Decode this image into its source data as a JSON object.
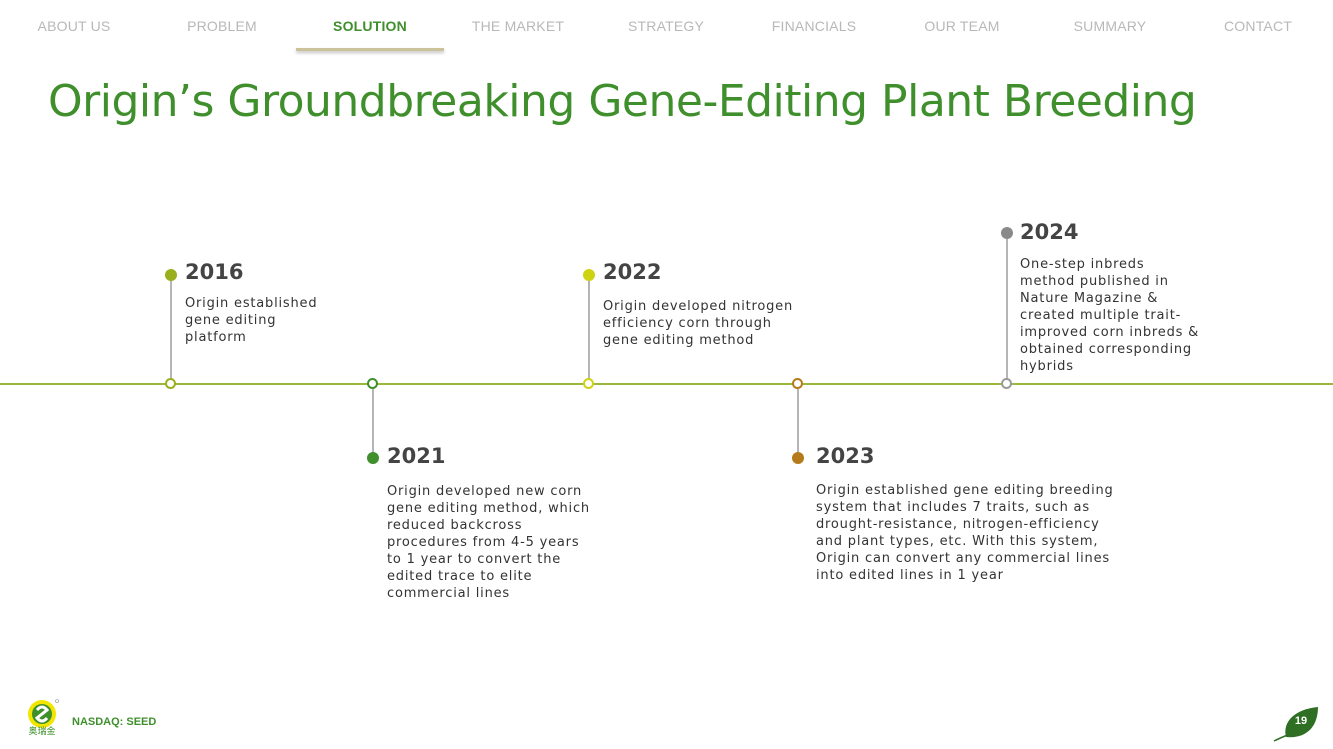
{
  "nav": {
    "items": [
      {
        "label": "ABOUT US"
      },
      {
        "label": "PROBLEM"
      },
      {
        "label": "SOLUTION"
      },
      {
        "label": "THE MARKET"
      },
      {
        "label": "STRATEGY"
      },
      {
        "label": "FINANCIALS"
      },
      {
        "label": "OUR TEAM"
      },
      {
        "label": "SUMMARY"
      },
      {
        "label": "CONTACT"
      }
    ],
    "active": "SOLUTION"
  },
  "title": "Origin’s Groundbreaking Gene-Editing Plant Breeding",
  "colors": {
    "accent": "#3f8f2c",
    "axis": "#9ab83a",
    "dot_2016": "#9aaf1e",
    "dot_2021": "#3f8f2c",
    "dot_2022": "#cdd313",
    "dot_2023": "#b57b1a",
    "dot_2024": "#8a8a8a"
  },
  "timeline": [
    {
      "year": "2016",
      "lines": [
        "Origin established",
        "gene editing",
        "platform"
      ]
    },
    {
      "year": "2021",
      "lines": [
        "Origin developed new corn",
        "gene editing method, which",
        "reduced backcross",
        "procedures from 4-5 years",
        "to 1 year to convert the",
        "edited trace to elite",
        "commercial lines"
      ]
    },
    {
      "year": "2022",
      "lines": [
        "Origin developed nitrogen",
        "efficiency corn through",
        "gene editing method"
      ]
    },
    {
      "year": "2023",
      "lines": [
        "Origin established gene editing breeding",
        "system that includes 7 traits, such as",
        "drought-resistance, nitrogen-efficiency",
        "and plant types, etc. With this system,",
        "Origin can convert any commercial lines",
        "into edited lines in 1 year"
      ]
    },
    {
      "year": "2024",
      "lines": [
        "One-step inbreds",
        "method published in",
        "Nature Magazine &",
        "created multiple trait-",
        "improved corn inbreds &",
        "obtained corresponding",
        "hybrids"
      ]
    }
  ],
  "footer": {
    "logo_text": "奥瑞金",
    "ticker": "NASDAQ: SEED",
    "page_number": "19"
  },
  "icons": {
    "logo": "origin-seed-logo",
    "page_badge": "leaf-icon"
  }
}
